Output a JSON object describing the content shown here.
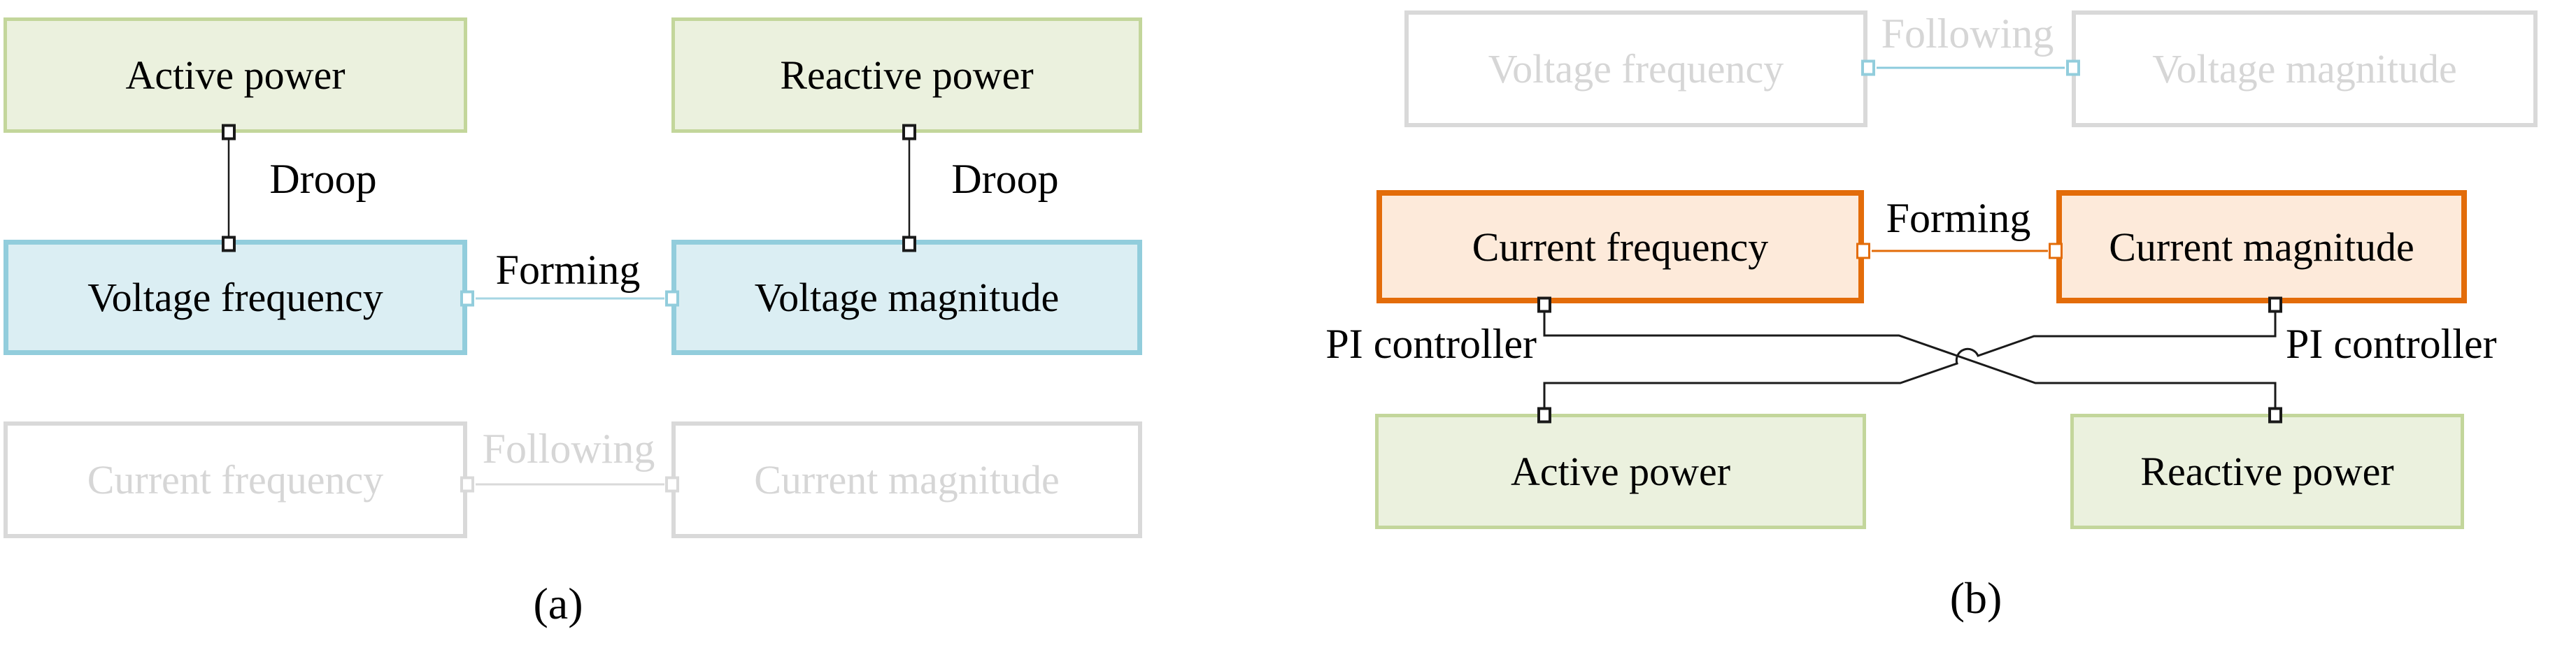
{
  "colors": {
    "green_fill": "#EBF1DE",
    "green_border": "#C3D69B",
    "blue_fill": "#DBEEF3",
    "blue_border": "#92CDDC",
    "orange_fill": "#FDEADA",
    "orange_border": "#E36C09",
    "ghost_border": "#D9D9D9",
    "ghost_text": "#D6D6D6",
    "link_blue": "#A6D6E3",
    "wire_black": "#1A1A1A"
  },
  "panel_a": {
    "caption": "(a)",
    "boxes": {
      "active_power": "Active power",
      "reactive_power": "Reactive power",
      "voltage_frequency": "Voltage frequency",
      "voltage_magnitude": "Voltage magnitude",
      "current_frequency": "Current frequency",
      "current_magnitude": "Current magnitude"
    },
    "labels": {
      "droop_p": "Droop",
      "droop_q": "Droop",
      "forming": "Forming",
      "following": "Following"
    }
  },
  "panel_b": {
    "caption": "(b)",
    "boxes": {
      "voltage_frequency": "Voltage frequency",
      "voltage_magnitude": "Voltage magnitude",
      "current_frequency": "Current frequency",
      "current_magnitude": "Current magnitude",
      "active_power": "Active power",
      "reactive_power": "Reactive power"
    },
    "labels": {
      "following": "Following",
      "forming": "Forming",
      "pi_left": "PI controller",
      "pi_right": "PI controller"
    }
  }
}
